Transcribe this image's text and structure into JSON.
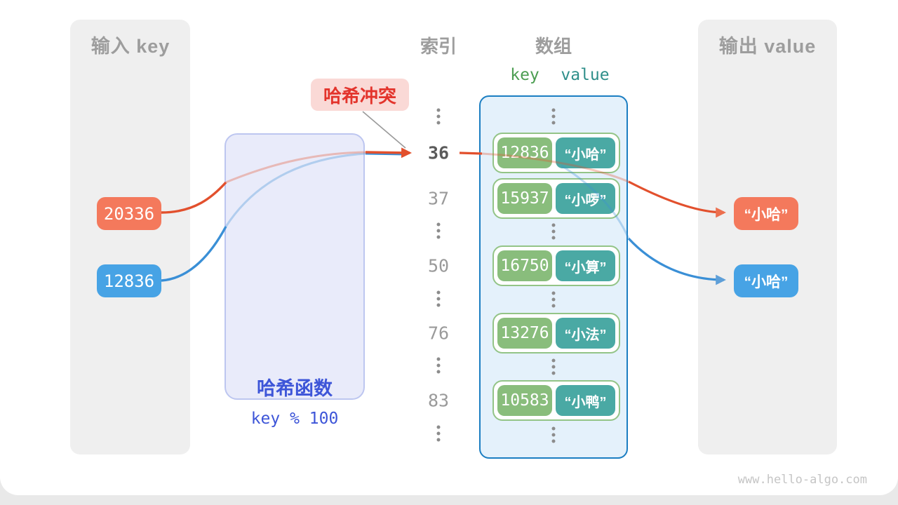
{
  "page": {
    "footer": "www.hello-algo.com"
  },
  "colors": {
    "orange": "#f4795c",
    "blue": "#47a3e5",
    "key_green": "#89bd7c",
    "value_teal": "#4aa9a4",
    "array_border_blue": "#1b7ec2",
    "hash_indigo": "#3d55d8",
    "collision_red": "#e3342c",
    "orange_line": "#e2502d",
    "blue_line": "#3a8fd6"
  },
  "input_panel": {
    "title": "输入 key",
    "keys": [
      {
        "label": "20336",
        "variant": "orange"
      },
      {
        "label": "12836",
        "variant": "blue"
      }
    ]
  },
  "hash_function": {
    "title": "哈希函数",
    "formula": "key % 100"
  },
  "collision_badge": {
    "label": "哈希冲突"
  },
  "index_column": {
    "title": "索引",
    "rows": [
      "36",
      "37",
      "50",
      "76",
      "83"
    ],
    "highlighted_row": "36"
  },
  "array_panel": {
    "title": "数组",
    "key_header": "key",
    "value_header": "value",
    "entries": [
      {
        "key": "12836",
        "value": "“小哈”"
      },
      {
        "key": "15937",
        "value": "“小啰”"
      },
      {
        "key": "16750",
        "value": "“小算”"
      },
      {
        "key": "13276",
        "value": "“小法”"
      },
      {
        "key": "10583",
        "value": "“小鸭”"
      }
    ]
  },
  "output_panel": {
    "title": "输出 value",
    "values": [
      {
        "label": "“小哈”",
        "variant": "orange"
      },
      {
        "label": "“小哈”",
        "variant": "blue"
      }
    ]
  }
}
